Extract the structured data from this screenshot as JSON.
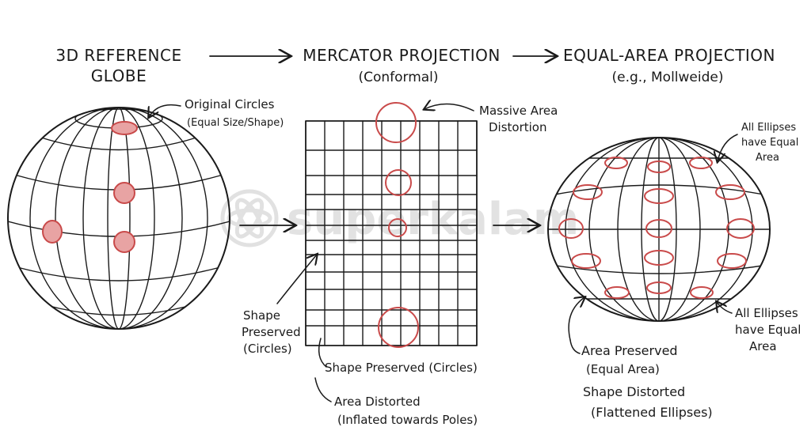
{
  "headings": {
    "globe_line1": "3D REFERENCE",
    "globe_line2": "GLOBE",
    "mercator": "MERCATOR PROJECTION",
    "mercator_sub": "(Conformal)",
    "equal_area": "EQUAL-AREA PROJECTION",
    "equal_area_sub": "(e.g., Mollweide)"
  },
  "annotations": {
    "original_circles_1": "Original Circles",
    "original_circles_2": "(Equal Size/Shape)",
    "massive_area_1": "Massive Area",
    "massive_area_2": "Distortion",
    "shape_preserved_1": "Shape",
    "shape_preserved_2": "Preserved",
    "shape_preserved_3": "(Circles)",
    "shape_preserved_circles": "Shape Preserved (Circles)",
    "area_distorted_1": "Area Distorted",
    "area_distorted_2": "(Inflated towards Poles)",
    "ellipses_top_1": "All Ellipses",
    "ellipses_top_2": "have Equal",
    "ellipses_top_3": "Area",
    "ellipses_bottom_1": "All Ellipses",
    "ellipses_bottom_2": "have Equal",
    "ellipses_bottom_3": "Area",
    "area_preserved_1": "Area Preserved",
    "area_preserved_2": "(Equal Area)",
    "shape_distorted_1": "Shape Distorted",
    "shape_distorted_2": "(Flattened Ellipses)"
  },
  "watermark": "superkalam",
  "colors": {
    "ink": "#1a1a1a",
    "red": "#c94a4a",
    "red_fill": "#e8a3a3"
  }
}
